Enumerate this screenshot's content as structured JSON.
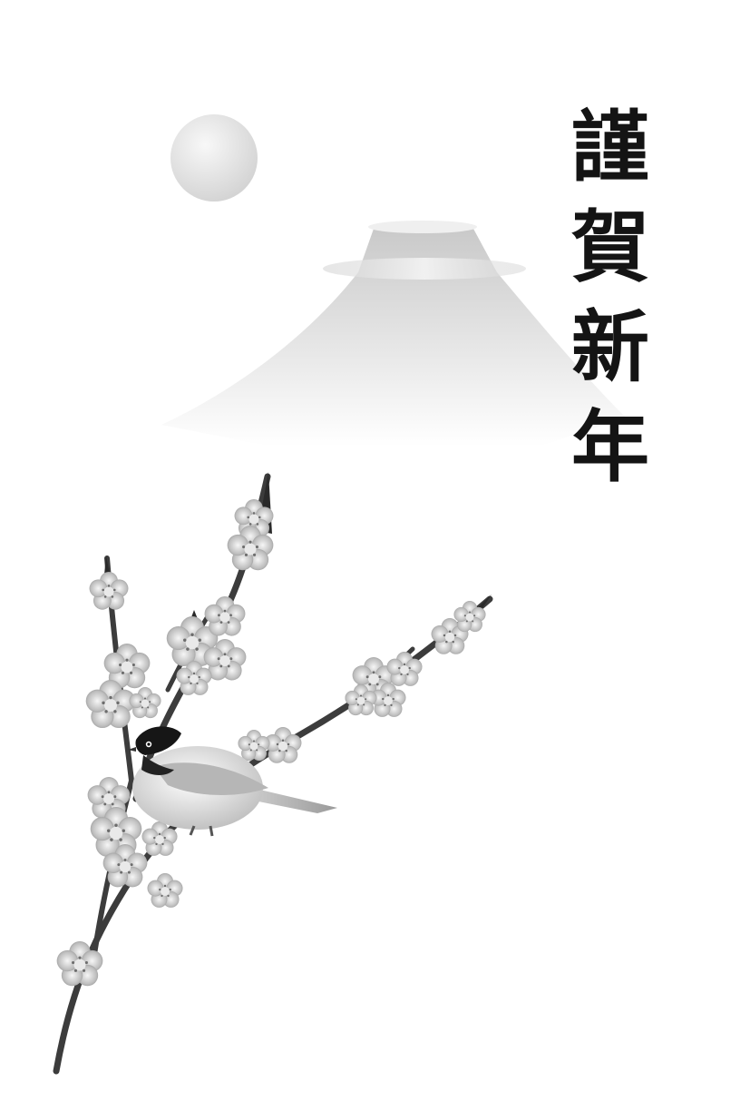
{
  "greeting": {
    "characters": [
      "謹",
      "賀",
      "新",
      "年"
    ]
  },
  "palette": {
    "background": "#ffffff",
    "ink": "#141414",
    "mountain_top": "#cfcfcf",
    "mountain_bottom": "#fbfbfb",
    "sun_light": "#f4f4f4",
    "sun_dark": "#d4d4d4",
    "branch": "#3a3a3a",
    "blossom_light": "#f2f2f2",
    "blossom_dark": "#8a8a8a",
    "bird_cap": "#1a1a1a",
    "bird_body": "#dcdcdc"
  }
}
